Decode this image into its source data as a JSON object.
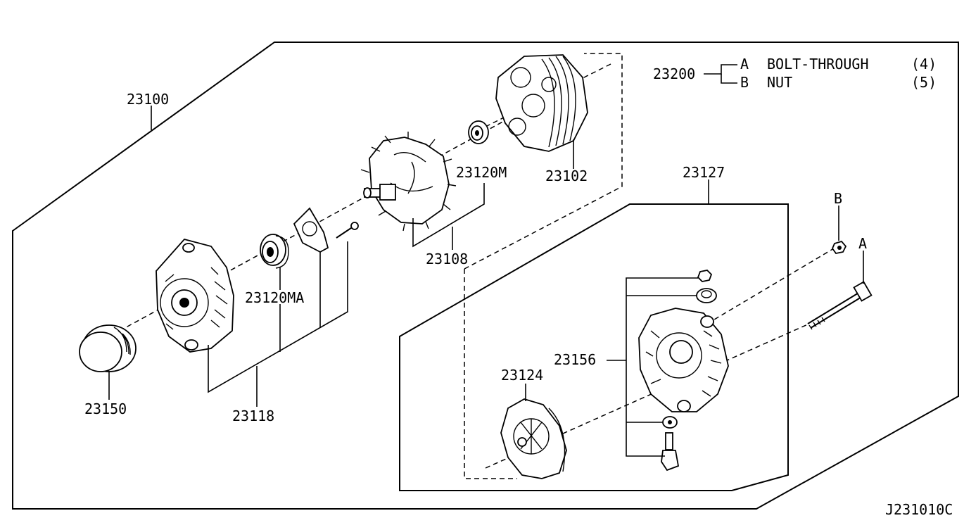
{
  "labels": {
    "p23100": "23100",
    "p23102": "23102",
    "p23120m": "23120M",
    "p23108": "23108",
    "p23120ma": "23120MA",
    "p23118": "23118",
    "p23150": "23150",
    "p23127": "23127",
    "p23156": "23156",
    "p23124": "23124",
    "callout_a": "A",
    "callout_b": "B"
  },
  "legend": {
    "part_no": "23200",
    "a_letter": "A",
    "a_text": "BOLT-THROUGH",
    "a_qty": "(4)",
    "b_letter": "B",
    "b_text": "NUT",
    "b_qty": "(5)"
  },
  "drawing_code": "J231010C"
}
